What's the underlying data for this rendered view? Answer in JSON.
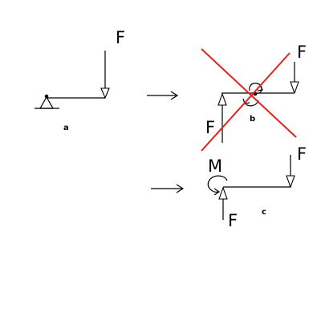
{
  "colors": {
    "ink": "#000000",
    "cross": "#e2231a",
    "background": "#ffffff"
  },
  "panels": {
    "a": {
      "caption": "a",
      "force_label": "F",
      "support": "pin-support-icon"
    },
    "b": {
      "caption": "b",
      "force_top_label": "F",
      "force_bottom_label": "F",
      "rejected": true
    },
    "c": {
      "caption": "c",
      "moment_label": "M",
      "force_top_label": "F",
      "force_bottom_label": "F"
    }
  },
  "transitions": [
    "arrow-a-to-b",
    "arrow-to-c"
  ]
}
